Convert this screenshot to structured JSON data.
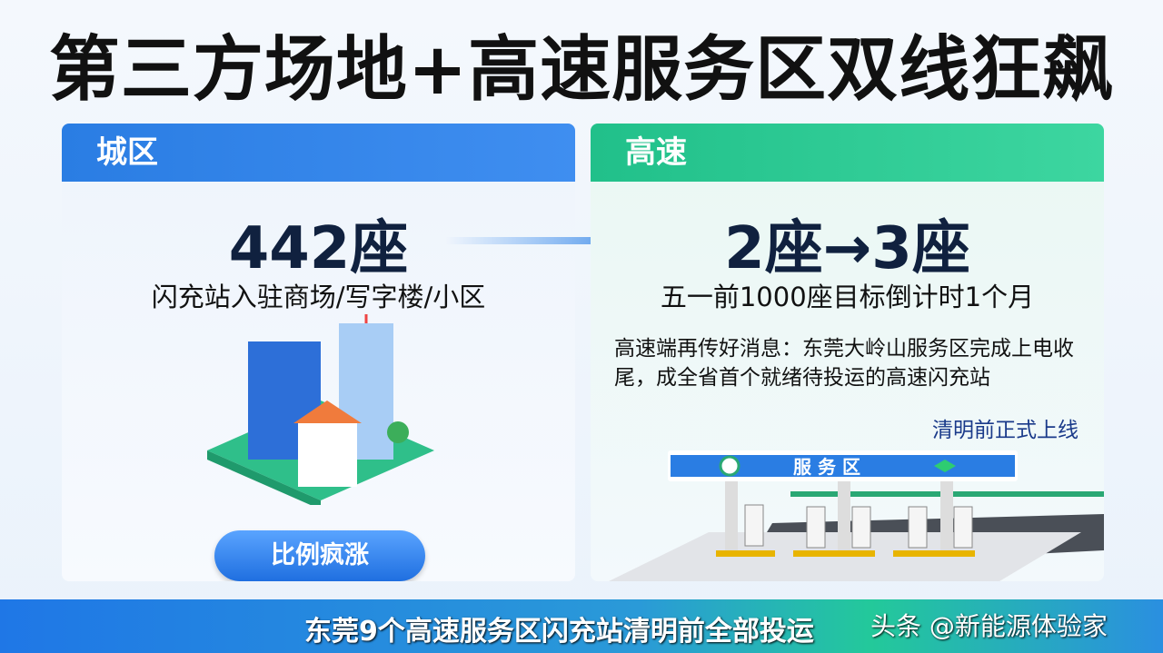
{
  "title": "第三方场地+高速服务区双线狂飙",
  "city": {
    "header": "城区",
    "count": "442座",
    "desc": "闪充站入驻商场/写字楼/小区",
    "button": "比例疯涨"
  },
  "highway": {
    "header": "高速",
    "count": "2座→3座",
    "desc": "五一前1000座目标倒计时1个月",
    "news": "高速端再传好消息：东莞大岭山服务区完成上电收尾，成全省首个就绪待投运的高速闪充站",
    "online": "清明前正式上线",
    "sign": "服 务 区"
  },
  "footer": {
    "text": "东莞9个高速服务区闪充站清明前全部投运",
    "watermark": "头条 @新能源体验家"
  },
  "colors": {
    "city": "#2a7de3",
    "highway": "#21c08a"
  }
}
